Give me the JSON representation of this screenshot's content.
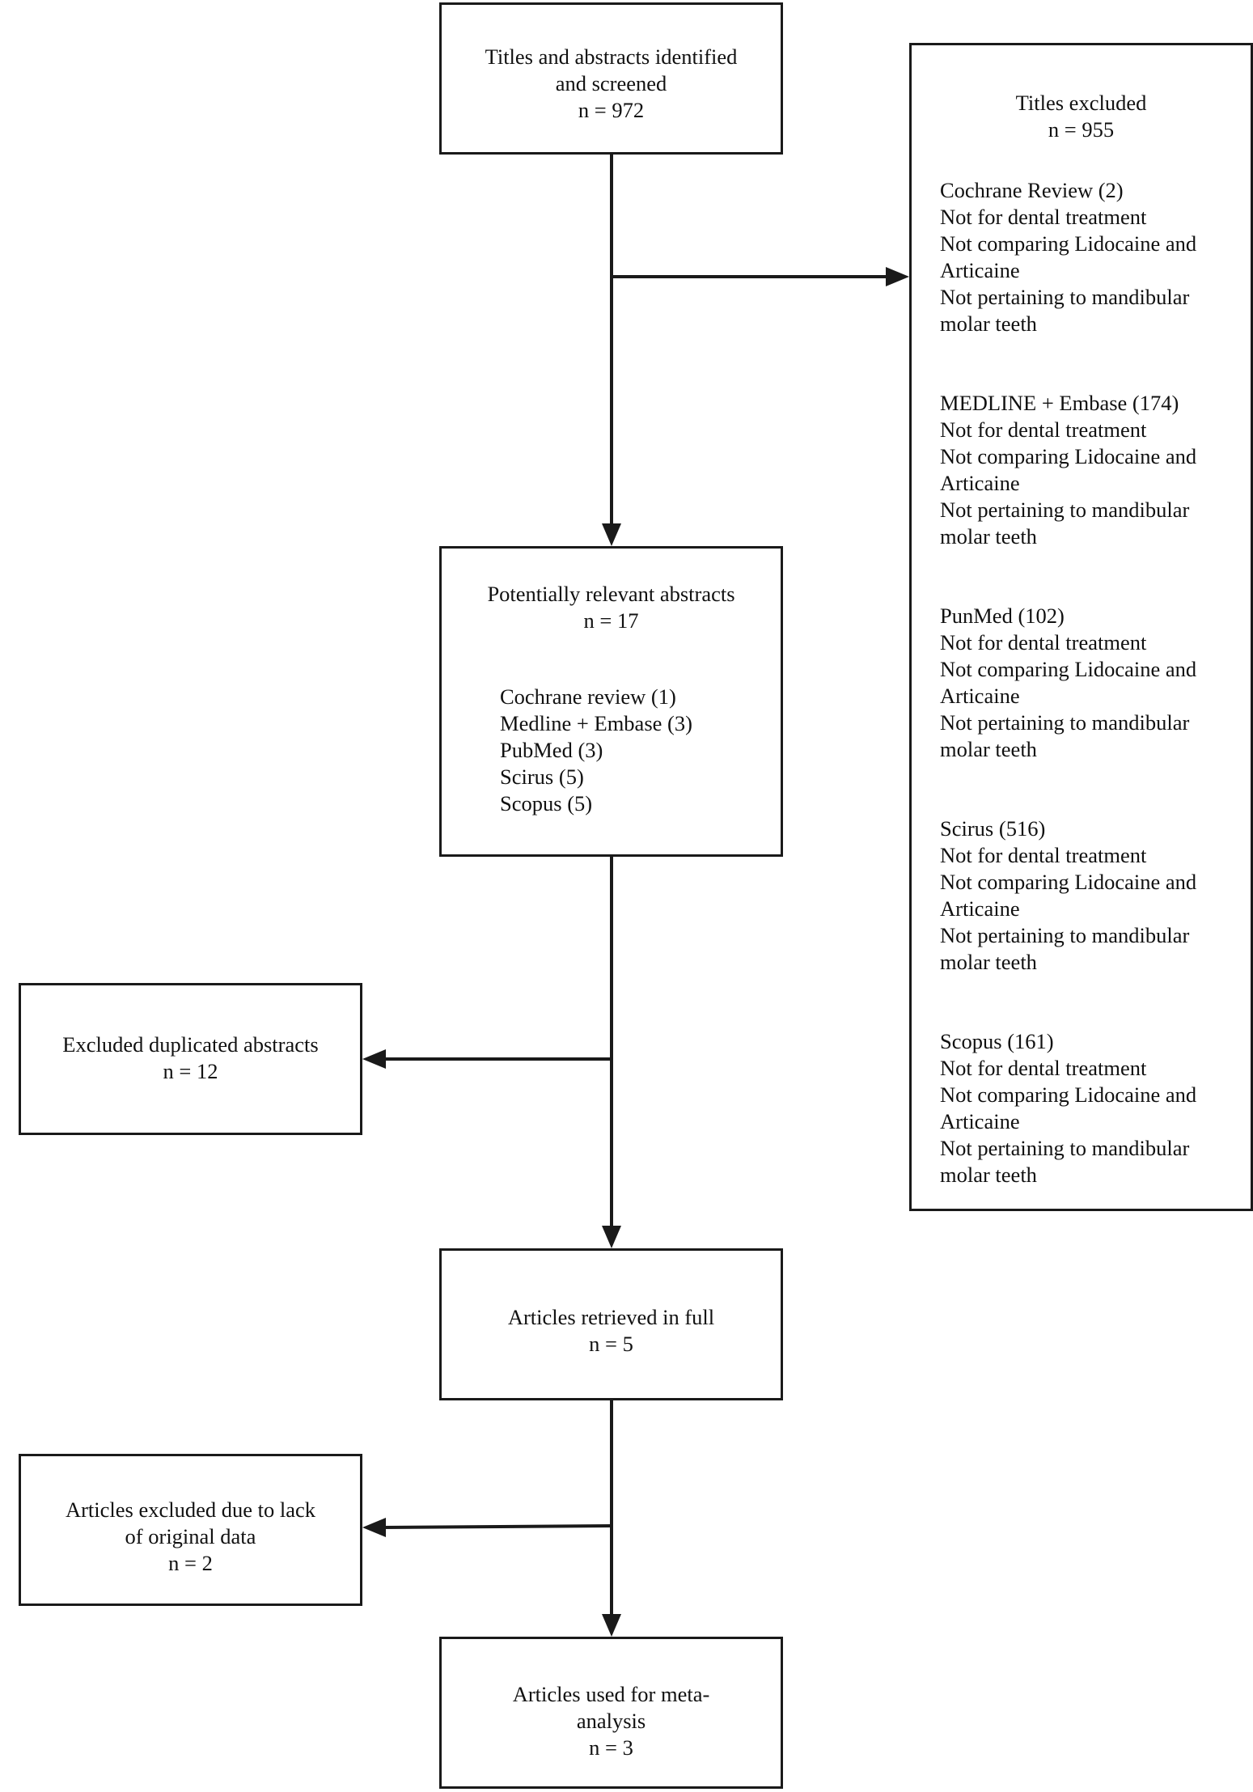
{
  "boxes": {
    "screened": {
      "lines": [
        "Titles and abstracts identified",
        "and screened",
        "n = 972"
      ]
    },
    "excluded": {
      "title": "Titles excluded",
      "count": "n = 955",
      "groups": [
        {
          "source": "Cochrane Review (2)",
          "reasons": [
            "Not for dental treatment",
            "Not comparing Lidocaine and",
            "Articaine",
            "Not pertaining to mandibular",
            "molar teeth"
          ]
        },
        {
          "source": "MEDLINE + Embase (174)",
          "reasons": [
            "Not for dental treatment",
            "Not comparing Lidocaine and",
            "Articaine",
            "Not pertaining to mandibular",
            "molar teeth"
          ]
        },
        {
          "source": "PunMed (102)",
          "reasons": [
            "Not for dental treatment",
            "Not comparing Lidocaine and",
            "Articaine",
            "Not pertaining to mandibular",
            "molar teeth"
          ]
        },
        {
          "source": "Scirus (516)",
          "reasons": [
            "Not for dental treatment",
            "Not comparing Lidocaine and",
            "Articaine",
            "Not pertaining to mandibular",
            "molar teeth"
          ]
        },
        {
          "source": "Scopus (161)",
          "reasons": [
            "Not for dental treatment",
            "Not comparing Lidocaine and",
            "Articaine",
            "Not pertaining to mandibular",
            "molar teeth"
          ]
        }
      ]
    },
    "relevant": {
      "title": "Potentially relevant abstracts",
      "count": "n = 17",
      "items": [
        "Cochrane review (1)",
        "Medline + Embase (3)",
        "PubMed (3)",
        "Scirus (5)",
        "Scopus (5)"
      ]
    },
    "duplicates": {
      "lines": [
        "Excluded duplicated abstracts",
        "n = 12"
      ]
    },
    "retrieved": {
      "lines": [
        "Articles retrieved in full",
        "n = 5"
      ]
    },
    "lack": {
      "lines": [
        "Articles excluded due to lack",
        "of original data",
        "n = 2"
      ]
    },
    "meta": {
      "lines": [
        "Articles used for meta-",
        "analysis",
        "n = 3"
      ]
    }
  },
  "colors": {
    "line": "#1a1a1a",
    "background": "#ffffff"
  }
}
